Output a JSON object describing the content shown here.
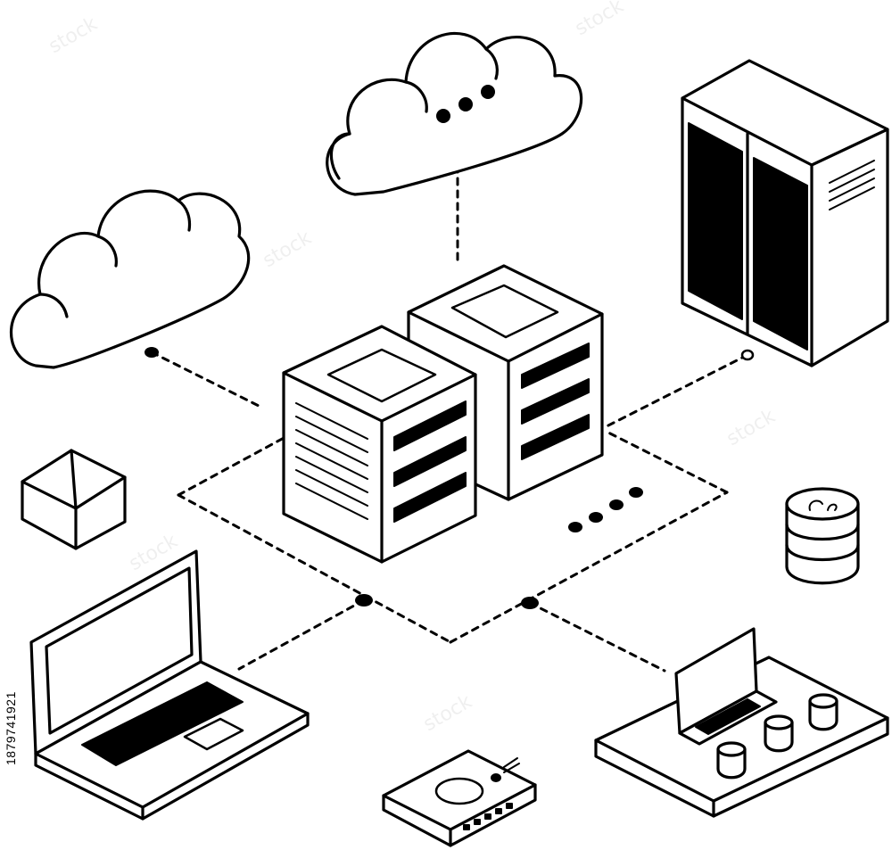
{
  "stock_id": "1879741921",
  "watermark": "stock",
  "palette": {
    "ink": "#000000",
    "paper": "#ffffff"
  },
  "illustration": {
    "elements": [
      {
        "name": "cloud-large",
        "icon": "cloud-icon"
      },
      {
        "name": "cloud-small",
        "icon": "cloud-icon"
      },
      {
        "name": "server-tower-a",
        "icon": "server-icon"
      },
      {
        "name": "server-tower-b",
        "icon": "server-icon"
      },
      {
        "name": "server-rack",
        "icon": "server-rack-icon"
      },
      {
        "name": "cube",
        "icon": "cube-icon"
      },
      {
        "name": "coin-stack",
        "icon": "database-icon"
      },
      {
        "name": "laptop",
        "icon": "laptop-icon"
      },
      {
        "name": "router",
        "icon": "router-icon"
      },
      {
        "name": "workstation-tray",
        "icon": "workstation-icon"
      }
    ]
  }
}
